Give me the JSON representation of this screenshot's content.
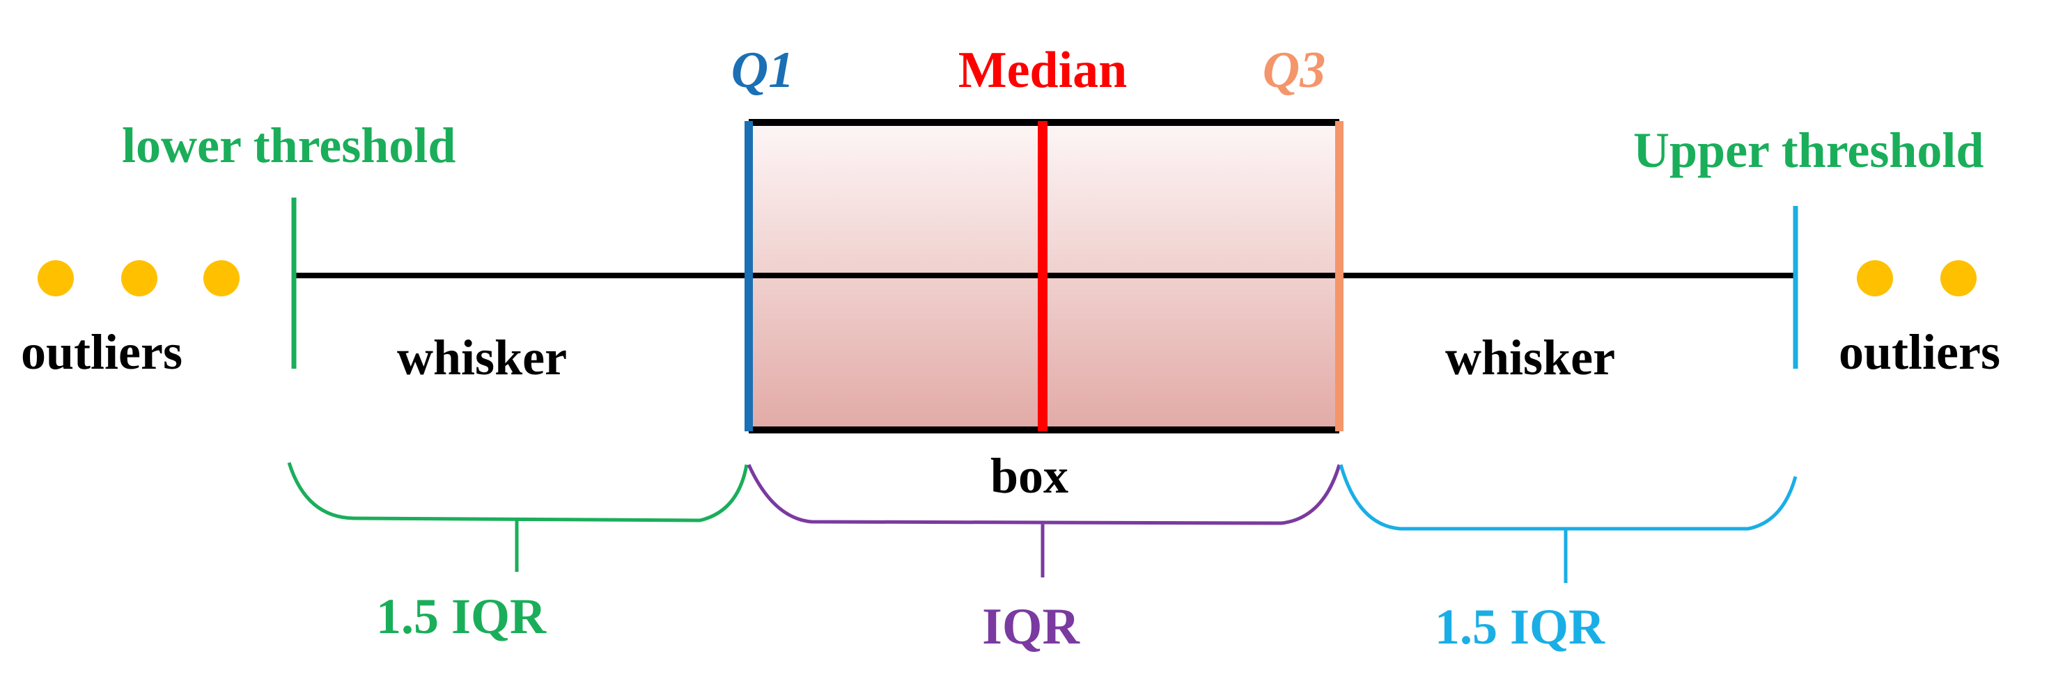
{
  "labels": {
    "q1": "Q1",
    "median": "Median",
    "q3": "Q3",
    "lower_threshold": "lower threshold",
    "upper_threshold": "Upper threshold",
    "outliers_left": "outliers",
    "outliers_right": "outliers",
    "whisker_left": "whisker",
    "whisker_right": "whisker",
    "box": "box",
    "iqr_left": "1.5 IQR",
    "iqr_middle": "IQR",
    "iqr_right": "1.5 IQR"
  },
  "colors": {
    "q1": "#1a6fb5",
    "median": "#ff0000",
    "q3": "#f4956a",
    "threshold": "#1aae5a",
    "upper_cap": "#1aaee6",
    "iqr_middle": "#7a3aa0",
    "iqr_right": "#1aaee6",
    "outlier": "#ffc000",
    "line": "#000000",
    "box_fill_top": "#fdf6f6",
    "box_fill_bottom": "#e2aaa6"
  }
}
